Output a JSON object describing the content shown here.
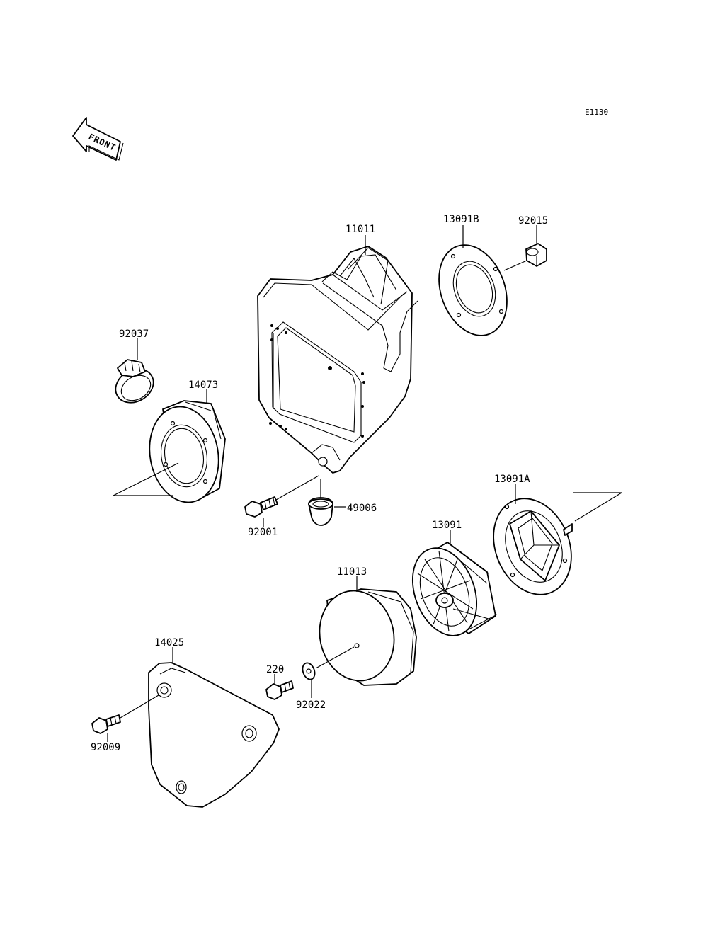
{
  "diagram_code": "E1130",
  "front_arrow_label": "FRONT",
  "parts": {
    "p11011": "11011",
    "p13091B": "13091B",
    "p92015": "92015",
    "p92037": "92037",
    "p14073": "14073",
    "p92001": "92001",
    "p49006": "49006",
    "p13091A": "13091A",
    "p13091": "13091",
    "p11013": "11013",
    "p14025": "14025",
    "p220": "220",
    "p92022": "92022",
    "p92009": "92009"
  }
}
